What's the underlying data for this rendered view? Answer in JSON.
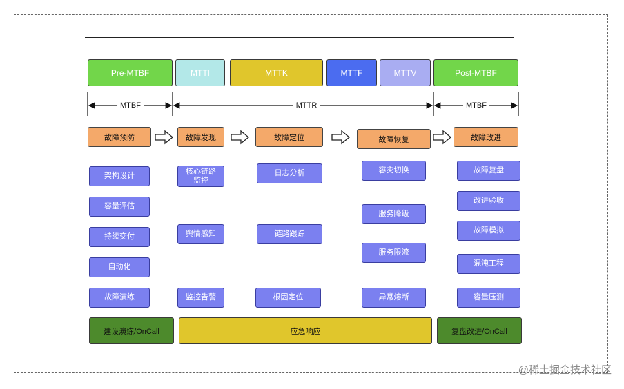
{
  "phases": [
    {
      "label": "Pre-MTBF",
      "color": "#72d64a"
    },
    {
      "label": "MTTI",
      "color": "#b3e8e8"
    },
    {
      "label": "MTTK",
      "color": "#e0c62c"
    },
    {
      "label": "MTTF",
      "color": "#4b6cf0"
    },
    {
      "label": "MTTV",
      "color": "#a9adf2"
    },
    {
      "label": "Post-MTBF",
      "color": "#72d64a"
    }
  ],
  "spans": [
    "MTBF",
    "MTTR",
    "MTBF"
  ],
  "stages": [
    "故障预防",
    "故障发现",
    "故障定位",
    "故障恢复",
    "故障改进"
  ],
  "columns": [
    [
      "架构设计",
      "容量评估",
      "持续交付",
      "自动化",
      "故障演练"
    ],
    [
      "核心链路监控",
      "舆情感知",
      "监控告警"
    ],
    [
      "日志分析",
      "链路跟踪",
      "根因定位"
    ],
    [
      "容灾切换",
      "服务降级",
      "服务限流",
      "异常熔断"
    ],
    [
      "故障复盘",
      "改进验收",
      "故障模拟",
      "混沌工程",
      "容量压测"
    ]
  ],
  "bottom": [
    {
      "label": "建设演练/OnCall",
      "color": "#4d8a2c"
    },
    {
      "label": "应急响应",
      "color": "#e0c62c"
    },
    {
      "label": "复盘改进/OnCall",
      "color": "#4d8a2c"
    }
  ],
  "watermark": "@稀土掘金技术社区"
}
